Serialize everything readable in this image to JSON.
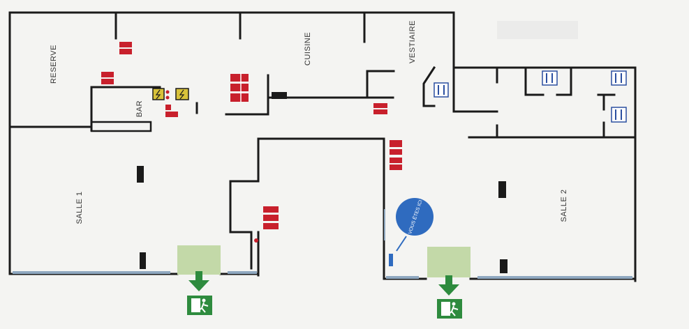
{
  "rooms": {
    "reserve": "RESERVE",
    "cuisine": "CUISINE",
    "vestiaire": "VESTIAIRE",
    "bar": "BAR",
    "salle1": "SALLE 1",
    "salle2": "SALLE 2"
  },
  "you_are_here": "VOUS ÊTES ICI",
  "colors": {
    "wall": "#1a1a1a",
    "window": "#8fa8c0",
    "exit_green": "#2e8b3e",
    "exit_zone": "#c3d9a8",
    "fire_red": "#c8202c",
    "toilet_blue": "#2b4fa0",
    "pin_blue": "#2f6bbf",
    "panel_yellow": "#d8c23a"
  },
  "icons": {
    "exit": "emergency-exit-icon",
    "extinguisher": "fire-extinguisher-icon",
    "alarm": "fire-alarm-icon",
    "toilet": "toilet-icon",
    "pin": "location-pin-icon"
  }
}
